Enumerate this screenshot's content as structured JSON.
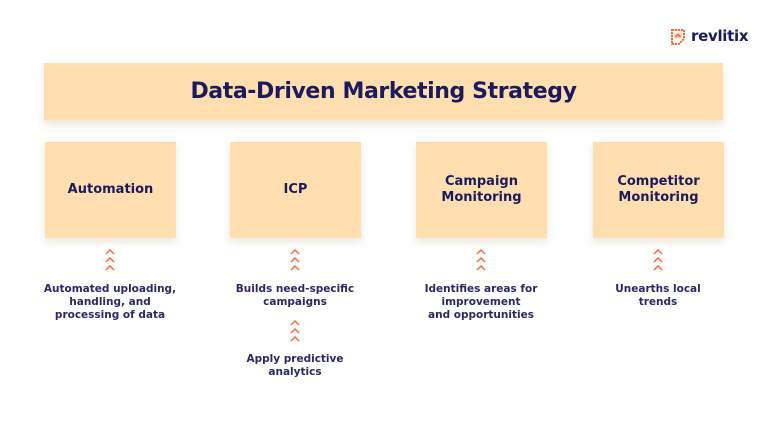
{
  "brand": {
    "name": "revlitix",
    "icon": "revlitix-logo-icon",
    "accent": "#f26b3a"
  },
  "header": {
    "title": "Data-Driven Marketing Strategy"
  },
  "colors": {
    "box_fill": "#ffdfb0",
    "text": "#1c1a5e",
    "chevron": "#f26b3a"
  },
  "columns": [
    {
      "title": "Automation",
      "items": [
        "Automated uploading,\nhandling, and\nprocessing  of data"
      ]
    },
    {
      "title": "ICP",
      "items": [
        "Builds need-specific\ncampaigns",
        "Apply predictive\nanalytics"
      ]
    },
    {
      "title": "Campaign\nMonitoring",
      "items": [
        "Identifies areas for\nimprovement\nand opportunities"
      ]
    },
    {
      "title": "Competitor\nMonitoring",
      "items": [
        "Unearths local\ntrends"
      ]
    }
  ]
}
